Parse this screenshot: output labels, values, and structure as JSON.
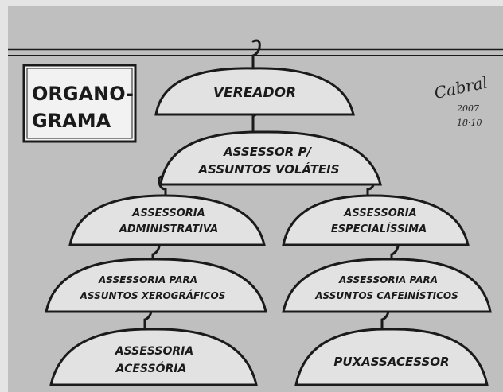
{
  "colors": {
    "background": "#bfbfbf",
    "wall": "#c4c4c4",
    "ink": "#1a1a1a",
    "hanger_fill": "#e2e2e2"
  },
  "title": {
    "line1": "ORGANO-",
    "line2": "GRAMA"
  },
  "signature": {
    "name": "Cabral",
    "year": "2007",
    "date": "18·10"
  },
  "hangers": {
    "vereador": "VEREADOR",
    "assessor_l1": "ASSESSOR P/",
    "assessor_l2": "ASSUNTOS VOLÁTEIS",
    "adm_l1": "ASSESSORIA",
    "adm_l2": "ADMINISTRATIVA",
    "esp_l1": "ASSESSORIA",
    "esp_l2": "ESPECIALÍSSIMA",
    "xero_l1": "ASSESSORIA PARA",
    "xero_l2": "ASSUNTOS XEROGRÁFICOS",
    "cafe_l1": "ASSESSORIA PARA",
    "cafe_l2": "ASSUNTOS CAFEINÍSTICOS",
    "acess_l1": "ASSESSORIA",
    "acess_l2": "ACESSÓRIA",
    "puxa": "PUXASSACESSOR"
  }
}
